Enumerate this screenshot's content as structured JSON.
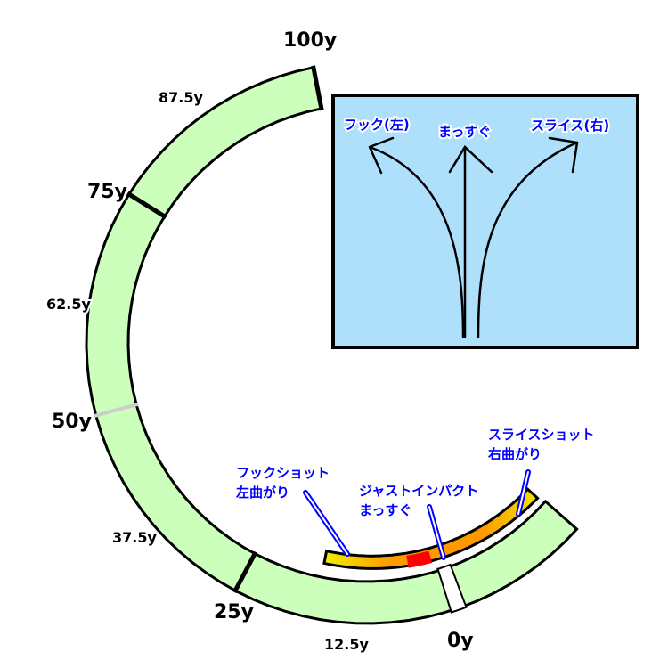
{
  "yardage_labels": [
    {
      "text": "100y",
      "major": true
    },
    {
      "text": "87.5y",
      "major": false
    },
    {
      "text": "75y",
      "major": true
    },
    {
      "text": "62.5y",
      "major": false
    },
    {
      "text": "50y",
      "major": true
    },
    {
      "text": "37.5y",
      "major": false
    },
    {
      "text": "25y",
      "major": true
    },
    {
      "text": "12.5y",
      "major": false
    },
    {
      "text": "0y",
      "major": true
    }
  ],
  "callouts": {
    "hook": {
      "line1": "フックショット",
      "line2": "左曲がり"
    },
    "just": {
      "line1": "ジャストインパクト",
      "line2": "まっすぐ"
    },
    "slice": {
      "line1": "スライスショット",
      "line2": "右曲がり"
    }
  },
  "legend_box": {
    "hook": "フック(左)",
    "straight": "まっすぐ",
    "slice": "スライス(右)"
  },
  "colors": {
    "ring": "#ccffbb",
    "box": "#aee0fb",
    "label_blue": "#0000ff",
    "bar_edge": "#eeee00",
    "bar_mid": "#ff9900",
    "bar_center": "#ff0000"
  }
}
